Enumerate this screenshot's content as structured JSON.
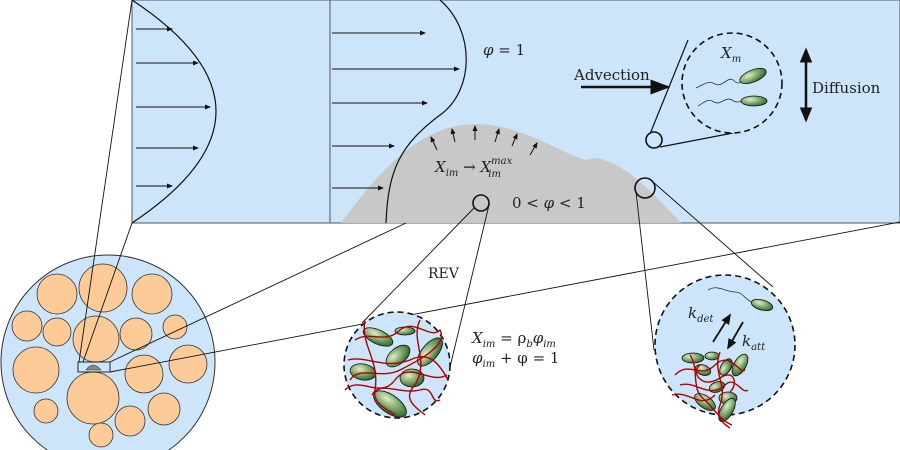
{
  "colors": {
    "fluid": "#cce5fb",
    "grain": "#fdcb97",
    "biofilm": "#c8c8c8",
    "eps": "#b00000",
    "bacteria": "#4f8f3f"
  },
  "labels": {
    "phi_one": {
      "phi": "φ",
      "rest": " = 1"
    },
    "x_im_growth": {
      "x1": "X",
      "s1": "im",
      "arrow": " → ",
      "x2": "X",
      "s2": "im",
      "sup2": "max"
    },
    "phi_range": {
      "a": "0 < ",
      "phi": "φ",
      "b": " < 1"
    },
    "advection": "Advection",
    "diffusion": "Diffusion",
    "x_m": {
      "x": "X",
      "s": "m"
    },
    "rev": "REV",
    "eq1": {
      "x": "X",
      "s1": "im",
      "eq": " = ρ",
      "s2": "b",
      "phi": "φ",
      "s3": "im"
    },
    "eq2": {
      "phi": "φ",
      "s1": "im",
      "rest": " + φ = 1"
    },
    "k_det": {
      "k": "k",
      "s": "det"
    },
    "k_att": {
      "k": "k",
      "s": "att"
    }
  }
}
